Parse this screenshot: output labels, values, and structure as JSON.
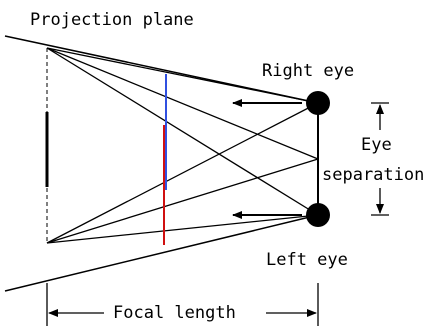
{
  "labels": {
    "projection_plane": "Projection plane",
    "right_eye": "Right eye",
    "left_eye": "Left eye",
    "eye": "Eye",
    "separation": "separation",
    "focal_length": "Focal length"
  },
  "colors": {
    "line": "#000000",
    "right_eye_image": "#3050e0",
    "left_eye_image": "#d01010"
  }
}
